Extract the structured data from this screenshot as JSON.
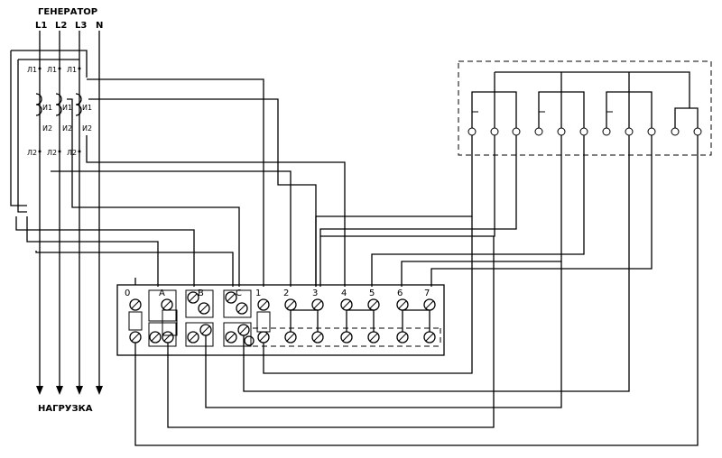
{
  "diagram": {
    "title": "ГЕНЕРАТОР",
    "load_label": "НАГРУЗКА",
    "phases": [
      "L1",
      "L2",
      "L3",
      "N"
    ],
    "ct_labels": {
      "primary_top": "Л1",
      "primary_bottom": "Л2",
      "secondary_top": "И1",
      "secondary_bottom": "И2"
    },
    "terminal_labels": [
      "0",
      "A",
      "B",
      "C",
      "1",
      "2",
      "3",
      "4",
      "5",
      "6",
      "7"
    ]
  }
}
